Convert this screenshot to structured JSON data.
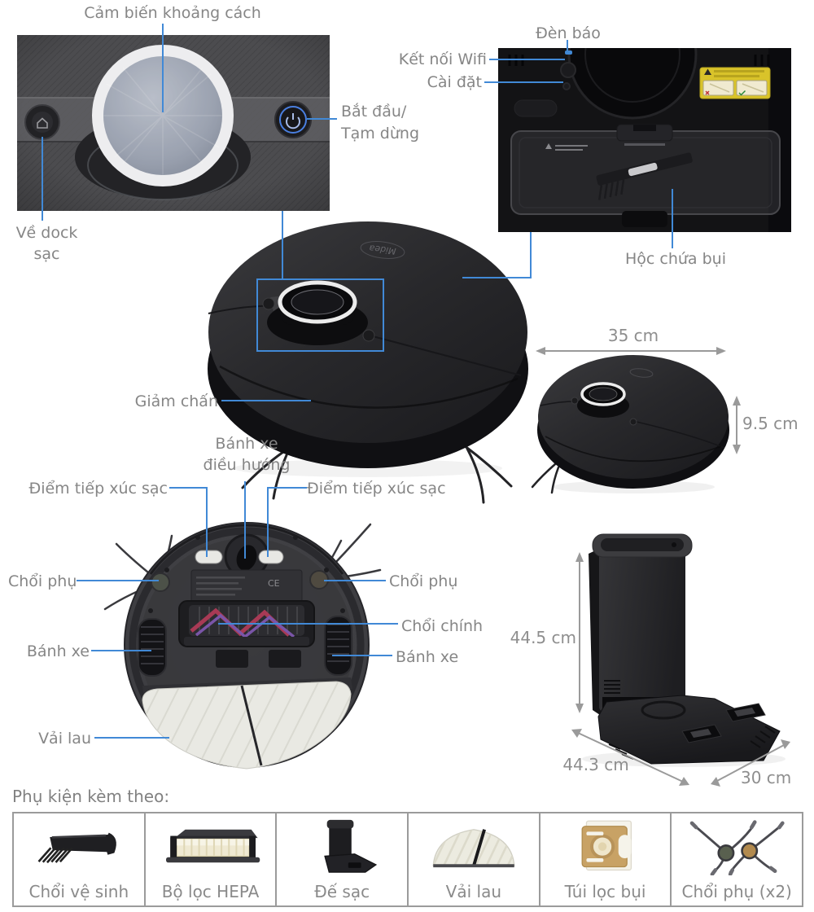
{
  "colors": {
    "line_blue": "#4189d6",
    "label_gray": "#868686",
    "dim_gray": "#8e8e8e",
    "sticker_yellow": "#d9c32a"
  },
  "top_view": {
    "sensor_label": "Cảm biến khoảng cách",
    "dock_label_lines": [
      "Về dock",
      "sạc"
    ],
    "start_pause_lines": [
      "Bắt đầu/",
      "Tạm dừng"
    ]
  },
  "dustbin_view": {
    "indicator_label": "Đèn báo",
    "wifi_label": "Kết nối Wifi",
    "settings_label": "Cài đặt",
    "dustbox_label": "Hộc chứa bụi"
  },
  "robot": {
    "bumper_label": "Giảm chấn",
    "logo": "Midea"
  },
  "dimensions": {
    "robot_width": "35 cm",
    "robot_height": "9.5 cm",
    "dock_height": "44.5 cm",
    "dock_depth": "44.3 cm",
    "dock_width": "30 cm"
  },
  "bottom_view": {
    "caster_lines": [
      "Bánh xe",
      "điều hướng"
    ],
    "charge_contact_label": "Điểm tiếp xúc sạc",
    "side_brush_label": "Chổi phụ",
    "main_brush_label": "Chổi chính",
    "wheel_label": "Bánh xe",
    "mop_label": "Vải lau",
    "plate_mark": "CE"
  },
  "accessories": {
    "heading": "Phụ kiện kèm theo:",
    "items": [
      {
        "label": "Chổi vệ sinh",
        "icon": "cleaning-brush"
      },
      {
        "label": "Bộ lọc HEPA",
        "icon": "hepa-filter"
      },
      {
        "label": "Đế sạc",
        "icon": "charging-dock"
      },
      {
        "label": "Vải lau",
        "icon": "mop-cloth"
      },
      {
        "label": "Túi lọc bụi",
        "icon": "dust-bag"
      },
      {
        "label": "Chổi phụ (x2)",
        "icon": "side-brush-pair"
      }
    ]
  }
}
